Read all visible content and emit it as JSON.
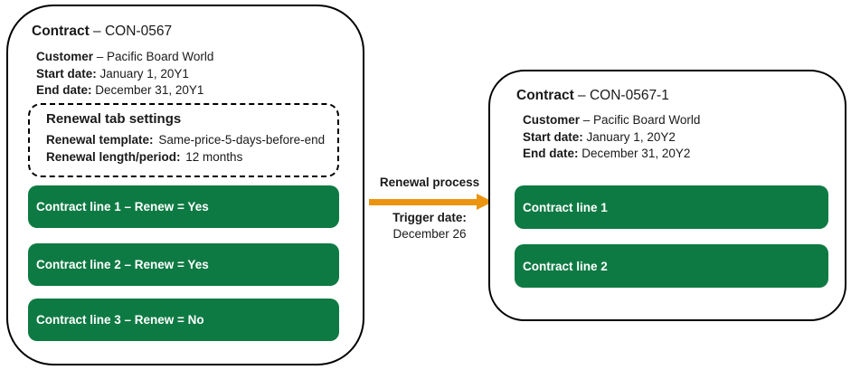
{
  "colors": {
    "green": "#0e7a43",
    "orange": "#ea9410",
    "border": "#000000",
    "text": "#1a1a1a",
    "bar_text": "#ffffff"
  },
  "source_card": {
    "title_label": "Contract",
    "title_value": "– CON-0567",
    "info_lines": [
      {
        "label": "Customer",
        "value": "– Pacific Board World"
      },
      {
        "label": "Start date:",
        "value": "January 1, 20Y1"
      },
      {
        "label": "End date:",
        "value": "December 31, 20Y1"
      }
    ],
    "renewal_settings": {
      "title": "Renewal tab settings",
      "lines": [
        {
          "label": "Renewal template:",
          "value": "Same-price-5-days-before-end"
        },
        {
          "label": "Renewal length/period:",
          "value": "12 months"
        }
      ]
    },
    "contract_lines": [
      "Contract line 1 – Renew = Yes",
      "Contract line 2 – Renew = Yes",
      "Contract line 3 – Renew = No"
    ]
  },
  "process": {
    "label": "Renewal process",
    "trigger_label": "Trigger date:",
    "trigger_value": "December 26"
  },
  "result_card": {
    "title_label": "Contract",
    "title_value": "– CON-0567-1",
    "info_lines": [
      {
        "label": "Customer",
        "value": "– Pacific Board World"
      },
      {
        "label": "Start date:",
        "value": "January 1, 20Y2"
      },
      {
        "label": "End date:",
        "value": "December 31, 20Y2"
      }
    ],
    "contract_lines": [
      "Contract line 1",
      "Contract line 2"
    ]
  }
}
